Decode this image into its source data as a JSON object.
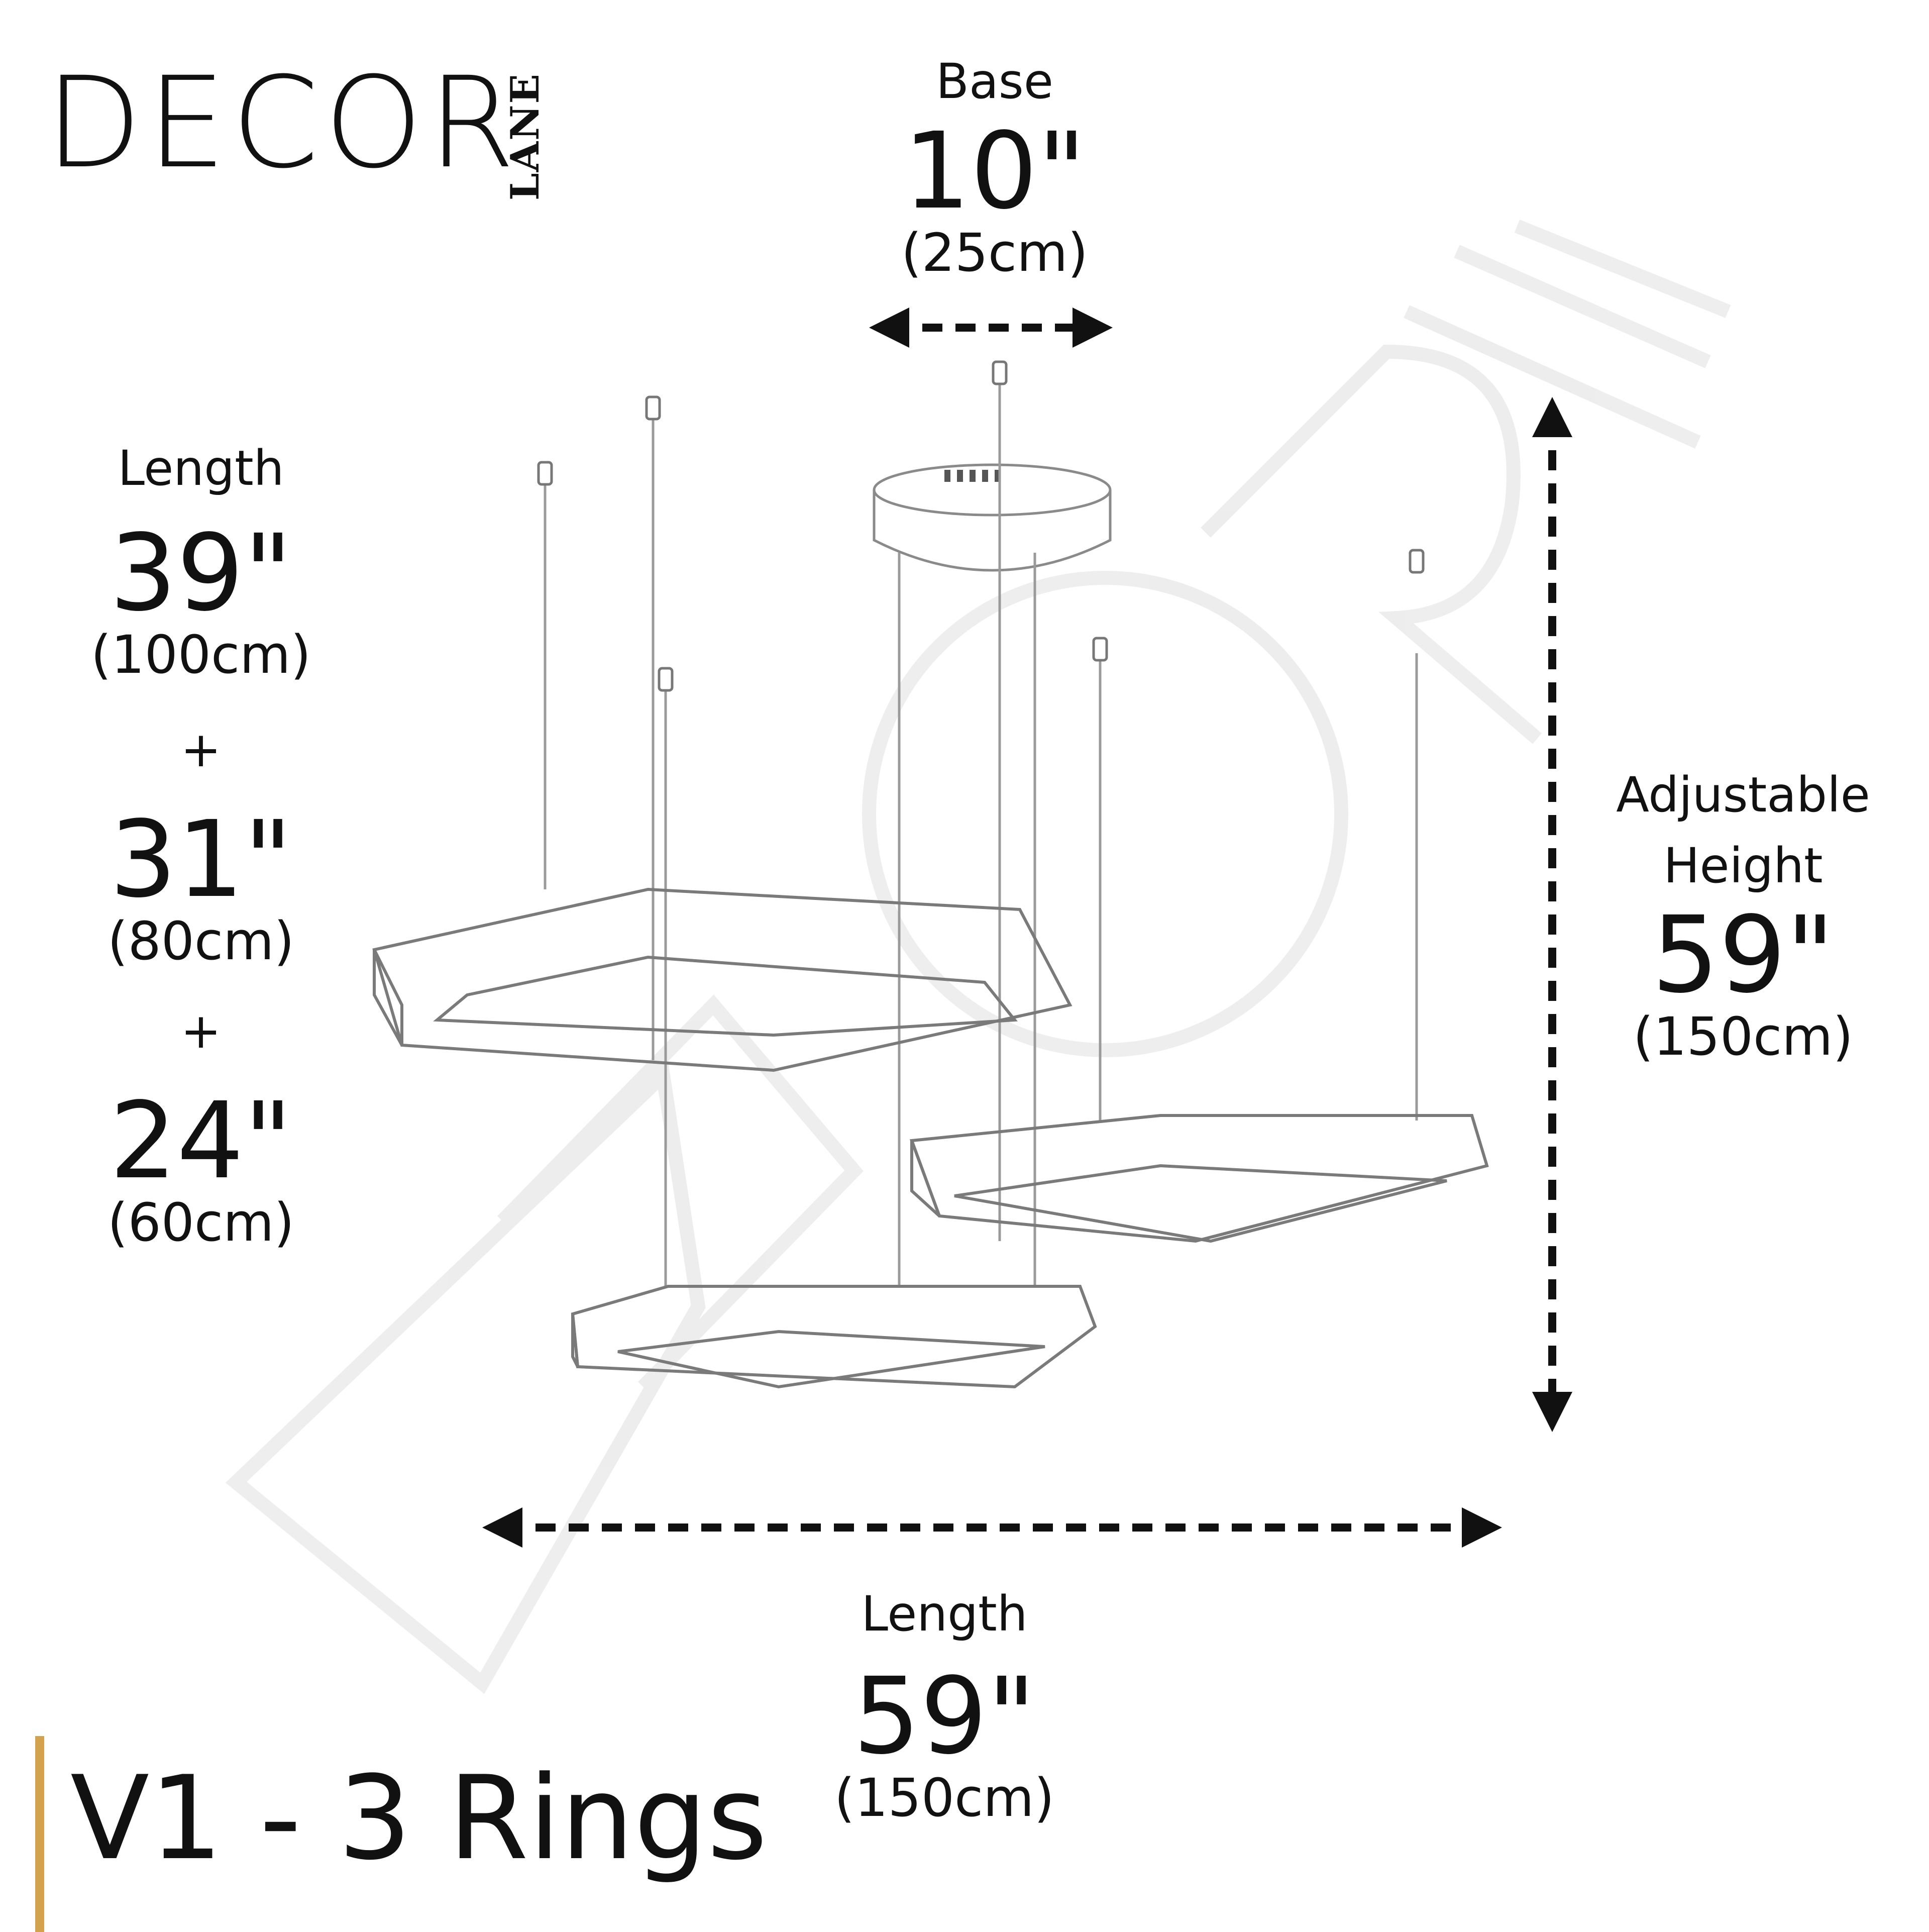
{
  "brand": {
    "name": "DECOR",
    "sub": "LANE",
    "watermark": "DECOR LANE"
  },
  "base": {
    "label": "Base",
    "inches": "10\"",
    "cm": "(25cm)"
  },
  "left_lengths": {
    "label": "Length",
    "items": [
      {
        "inches": "39\"",
        "cm": "(100cm)"
      },
      {
        "inches": "31\"",
        "cm": "(80cm)"
      },
      {
        "inches": "24\"",
        "cm": "(60cm)"
      }
    ],
    "plus": "+"
  },
  "height": {
    "label_line1": "Adjustable",
    "label_line2": "Height",
    "inches": "59\"",
    "cm": "(150cm)"
  },
  "bottom_length": {
    "label": "Length",
    "inches": "59\"",
    "cm": "(150cm)"
  },
  "variant": {
    "label": "V1 - 3 Rings",
    "accent_color": "#d4a24c"
  }
}
